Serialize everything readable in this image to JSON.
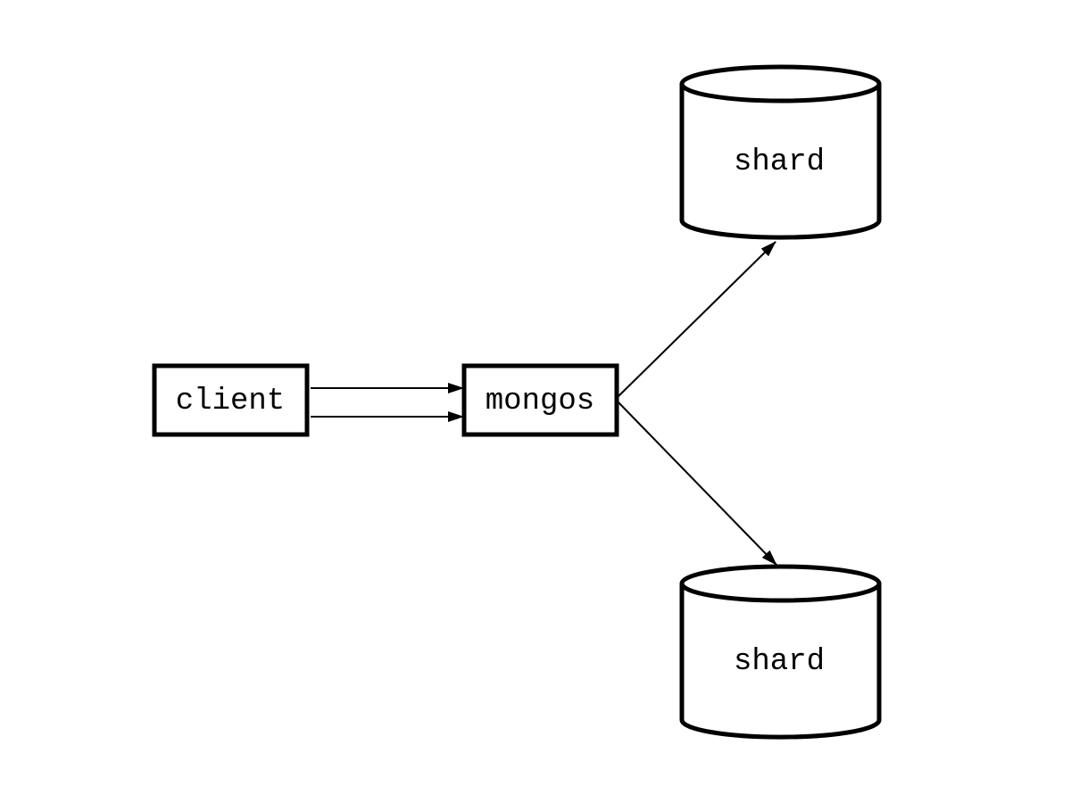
{
  "diagram": {
    "nodes": {
      "client": {
        "label": "client",
        "shape": "rectangle"
      },
      "mongos": {
        "label": "mongos",
        "shape": "rectangle"
      },
      "shard_top": {
        "label": "shard",
        "shape": "cylinder"
      },
      "shard_bottom": {
        "label": "shard",
        "shape": "cylinder"
      }
    },
    "edges": [
      {
        "from": "client",
        "to": "mongos"
      },
      {
        "from": "client",
        "to": "mongos"
      },
      {
        "from": "mongos",
        "to": "shard_top"
      },
      {
        "from": "mongos",
        "to": "shard_bottom"
      }
    ],
    "colors": {
      "stroke": "#000000",
      "background": "#ffffff"
    }
  }
}
